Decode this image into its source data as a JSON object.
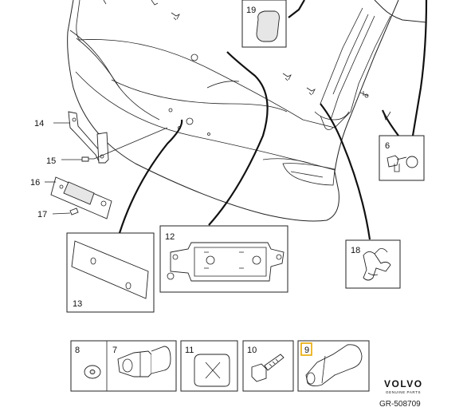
{
  "callouts": {
    "c6": "6",
    "c7": "7",
    "c8": "8",
    "c9": "9",
    "c10": "10",
    "c11": "11",
    "c12": "12",
    "c13": "13",
    "c14": "14",
    "c15": "15",
    "c16": "16",
    "c17": "17",
    "c18": "18",
    "c19": "19"
  },
  "brand": {
    "name": "VOLVO",
    "sub": "GENUINE PARTS"
  },
  "reference": "GR-508709",
  "colors": {
    "line": "#222222",
    "highlight": "#e8a800",
    "background": "#ffffff"
  }
}
